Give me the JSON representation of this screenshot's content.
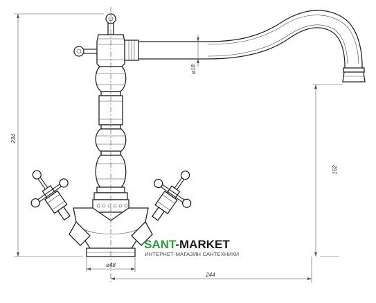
{
  "dimensions": {
    "height_total": "234",
    "spout_diameter": "ø18",
    "spout_height": "162",
    "base_diameter": "ø48",
    "reach": "244"
  },
  "logo": {
    "brand_part1": "SANT",
    "brand_part2": "-MARKET",
    "tagline": "ИНТЕРНЕТ-МАГАЗИН САНТЕХНИКИ",
    "color_green": "#2e9e3a",
    "color_dark": "#1a1a1a"
  }
}
